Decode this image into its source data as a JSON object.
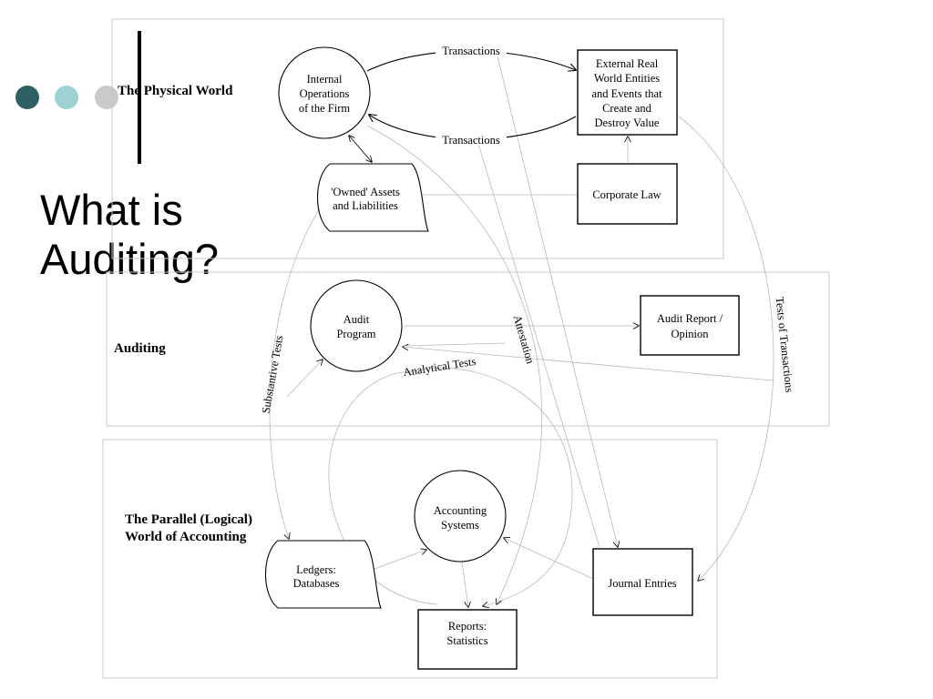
{
  "slide": {
    "title_line1": "What is",
    "title_line2": "Auditing?",
    "accent_colors": [
      "#2e5f63",
      "#9fd1d3",
      "#c9c9c9"
    ]
  },
  "sections": {
    "physical": "The Physical World",
    "auditing": "Auditing",
    "logical_line1": "The Parallel (Logical)",
    "logical_line2": "World of Accounting"
  },
  "nodes": {
    "internal_ops": [
      "Internal",
      "Operations",
      "of the Firm"
    ],
    "external_entities": [
      "External Real",
      "World Entities",
      "and Events that",
      "Create and",
      "Destroy Value"
    ],
    "owned_assets": [
      "'Owned' Assets",
      "and Liabilities"
    ],
    "corporate_law": "Corporate Law",
    "audit_program": [
      "Audit",
      "Program"
    ],
    "audit_report": [
      "Audit Report /",
      "Opinion"
    ],
    "accounting_systems": [
      "Accounting",
      "Systems"
    ],
    "ledgers": [
      "Ledgers:",
      "Databases"
    ],
    "journal_entries": "Journal Entries",
    "reports": [
      "Reports:",
      "Statistics"
    ]
  },
  "edges": {
    "transactions_top": "Transactions",
    "transactions_bottom": "Transactions",
    "attestation": "Attestation",
    "analytical_tests": "Analytical Tests",
    "substantive_tests": "Substantive Tests",
    "tests_of_transactions": "Tests of Transactions"
  }
}
